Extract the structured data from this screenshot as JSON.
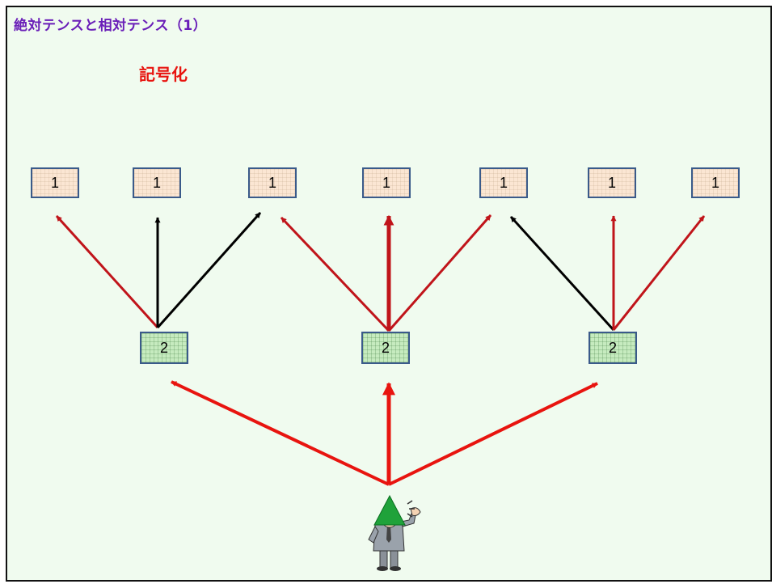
{
  "title": "絶対テンスと相対テンス（1）",
  "subtitle": "記号化",
  "top_boxes": [
    "1",
    "1",
    "1",
    "1",
    "1",
    "1",
    "1"
  ],
  "mid_boxes": [
    "2",
    "2",
    "2"
  ],
  "colors": {
    "title": "#6a1fb8",
    "subtitle": "#e8140f",
    "red_arrow": "#e8140f",
    "dark_red_arrow": "#c0141a",
    "black_arrow": "#000000",
    "top_box_fill": "#fbe6d3",
    "mid_box_fill": "#c6ebbf",
    "box_border": "#3a5a8a",
    "background": "#f0fbef"
  },
  "icons": [
    "speaker-figure-icon"
  ]
}
